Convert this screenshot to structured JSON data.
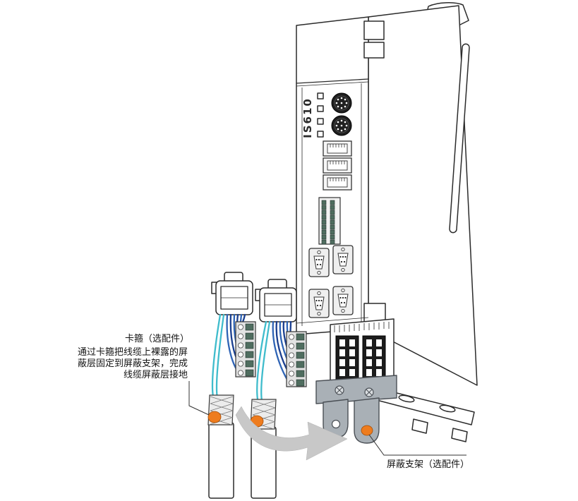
{
  "device": {
    "model_label": "IS610"
  },
  "annotations": {
    "clamp": {
      "title": "卡箍（选配件）",
      "desc_line1": "通过卡箍把线缆上裸露的屏",
      "desc_line2": "蔽层固定到屏蔽支架，完成",
      "desc_line3": "线缆屏蔽层接地"
    },
    "bracket": {
      "title": "屏蔽支架（选配件）"
    }
  },
  "colors": {
    "line": "#2b2b2b",
    "highlight-orange": "#ee7c1e",
    "wire-blue-dark": "#1b3f8f",
    "wire-blue": "#2f64b5",
    "wire-cyan": "#3fbccc",
    "arrow-gray": "#c8c8c8",
    "bracket-gray": "#a9b0b6",
    "connector-dark": "#1c1c1c",
    "terminal-green": "#4f6d5f"
  }
}
